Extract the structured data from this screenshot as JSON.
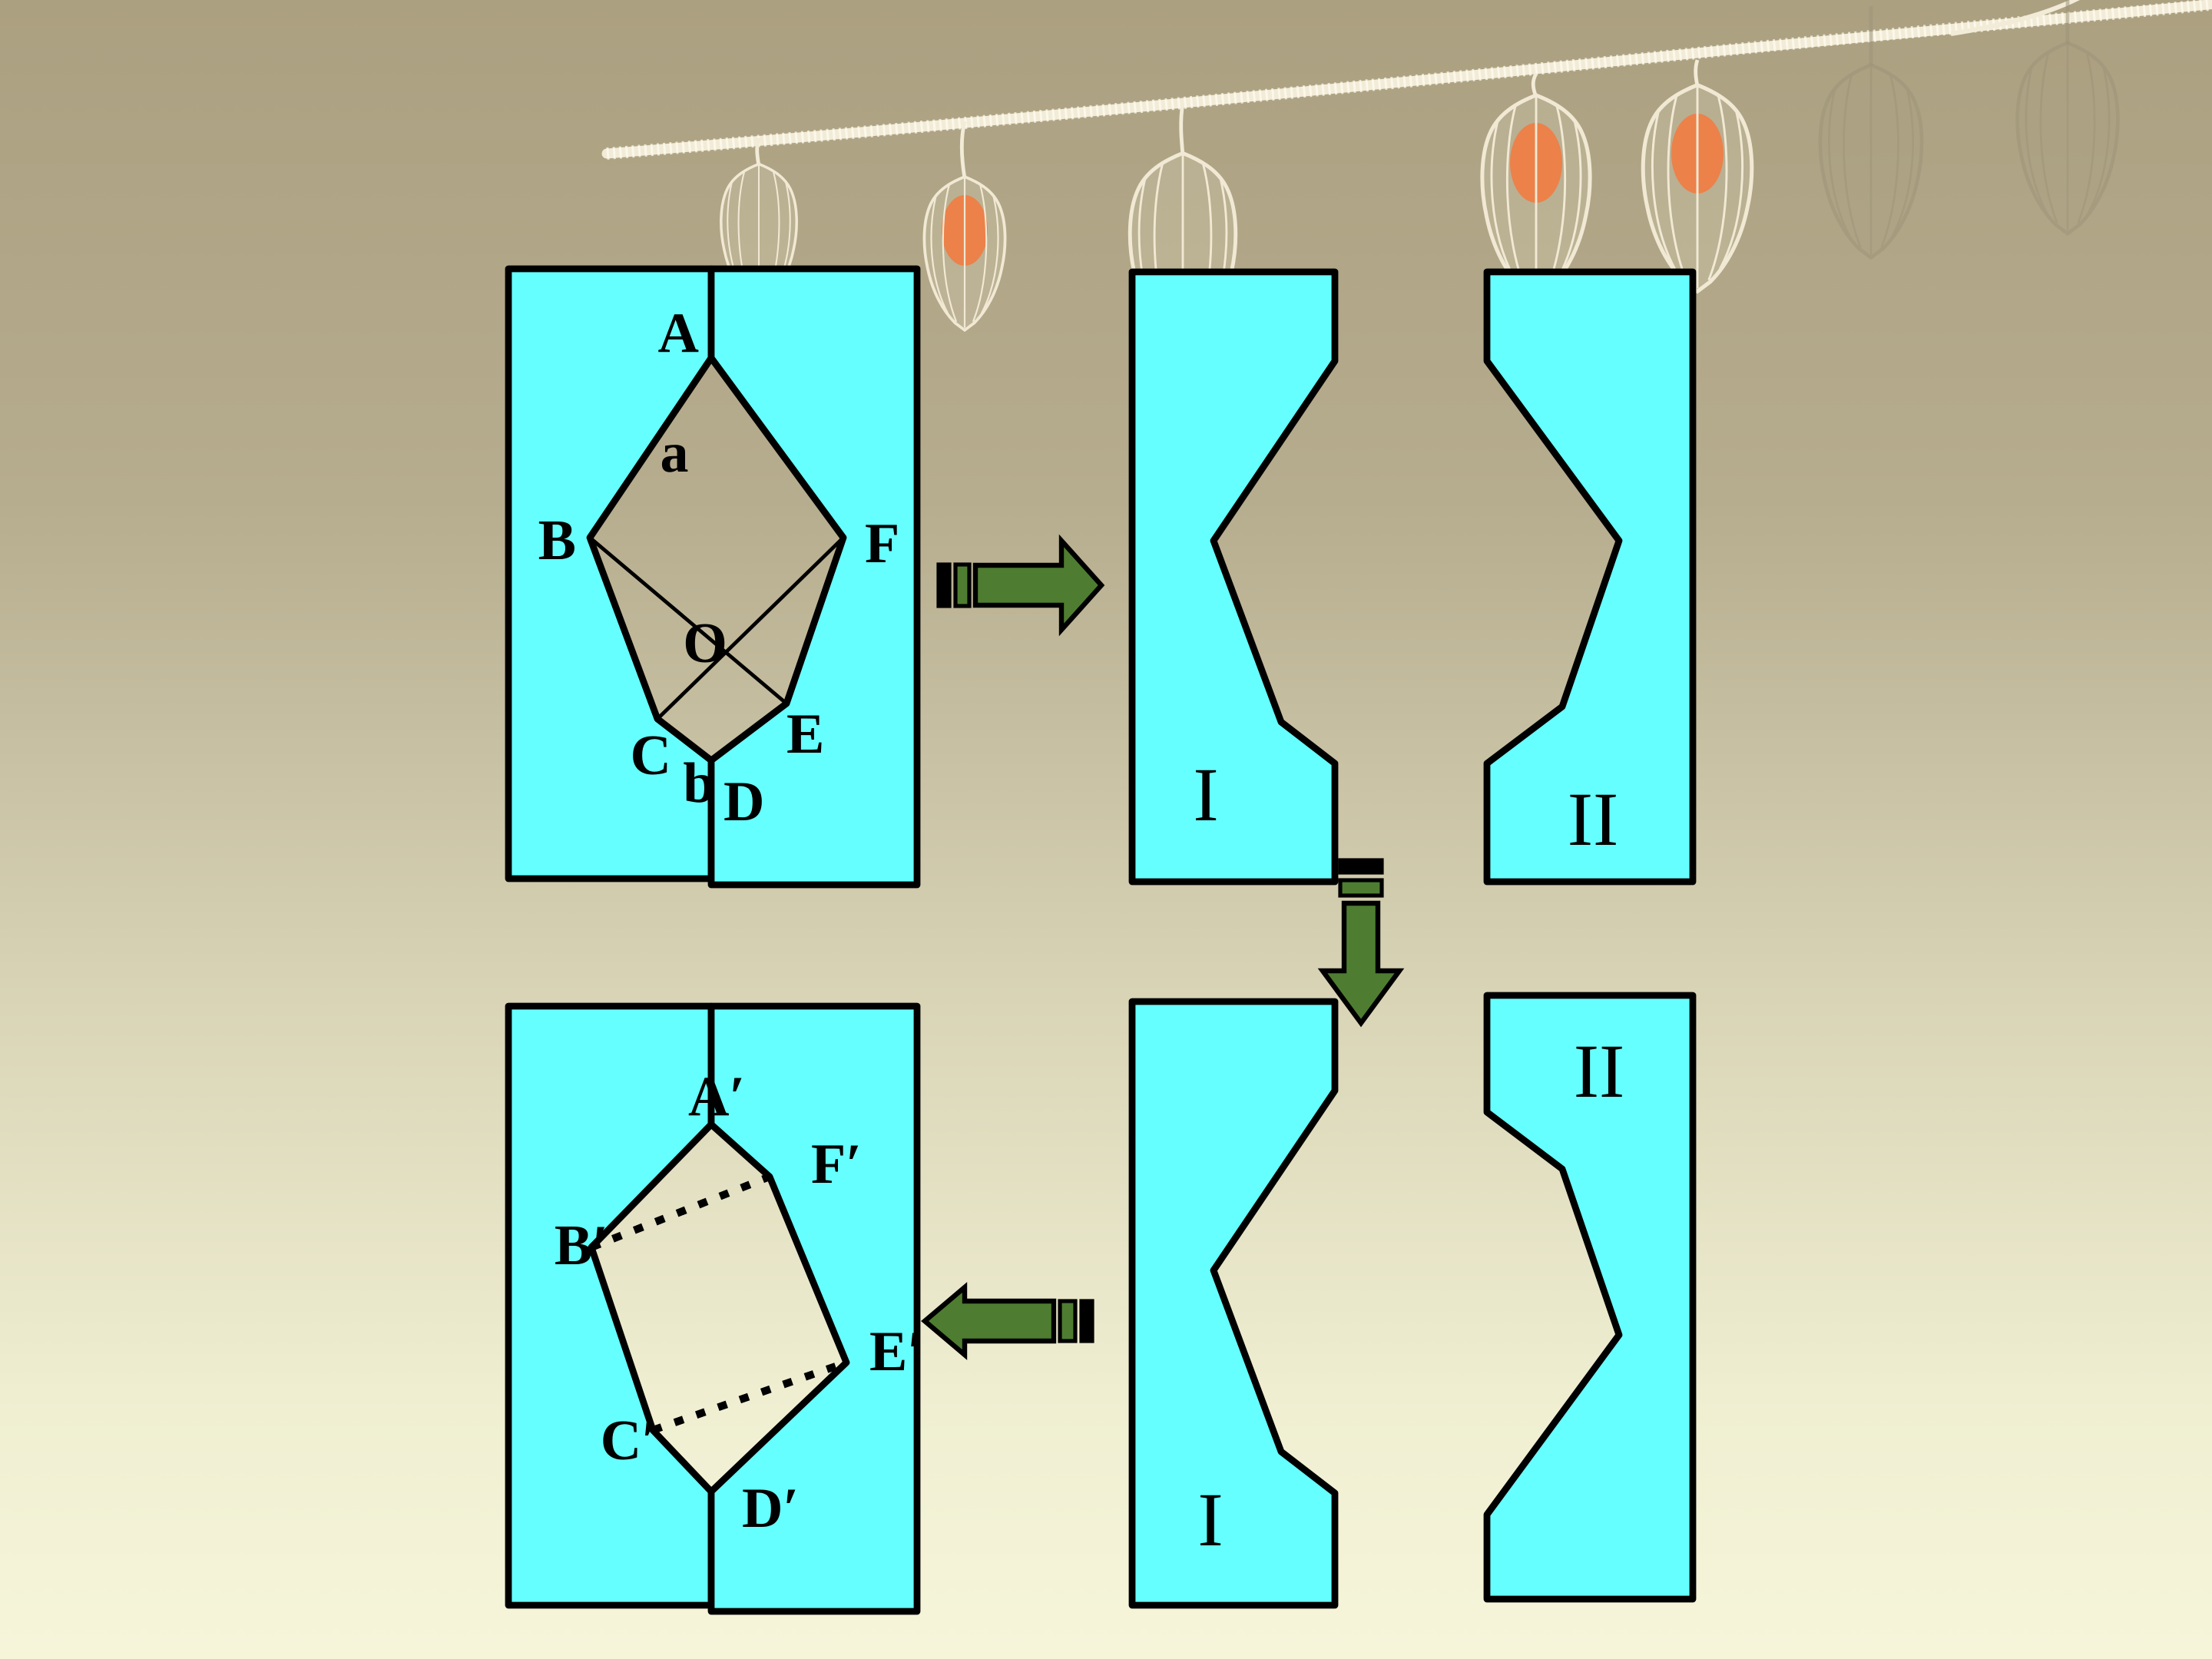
{
  "slide": {
    "colors": {
      "paper_cyan": "#66ffff",
      "outline_black": "#000000",
      "arrow_green": "#4e7d31",
      "fruit_orange": "#ec6b2d",
      "branch_cream": "#f2ebd7",
      "ghost_tan": "#9e9378",
      "bg_top": "#aba080",
      "bg_upper": "#b6ac8e",
      "bg_mid": "#d9d4b6",
      "bg_lower": "#f0efd2",
      "bg_bottom": "#f6f5da"
    },
    "figures": {
      "folded_paper": {
        "labels": {
          "A": "A",
          "a": "a",
          "B": "B",
          "F": "F",
          "O": "O",
          "C": "C",
          "b": "b",
          "E": "E",
          "D": "D"
        }
      },
      "pieces_separated": {
        "piece1": "I",
        "piece2": "II"
      },
      "pieces_rearranged": {
        "piece1": "I",
        "piece2": "II"
      },
      "unfolded_result": {
        "labels": {
          "A": "A′",
          "F": "F′",
          "B": "B′",
          "E": "E′",
          "C": "C′",
          "D": "D′"
        }
      }
    }
  }
}
